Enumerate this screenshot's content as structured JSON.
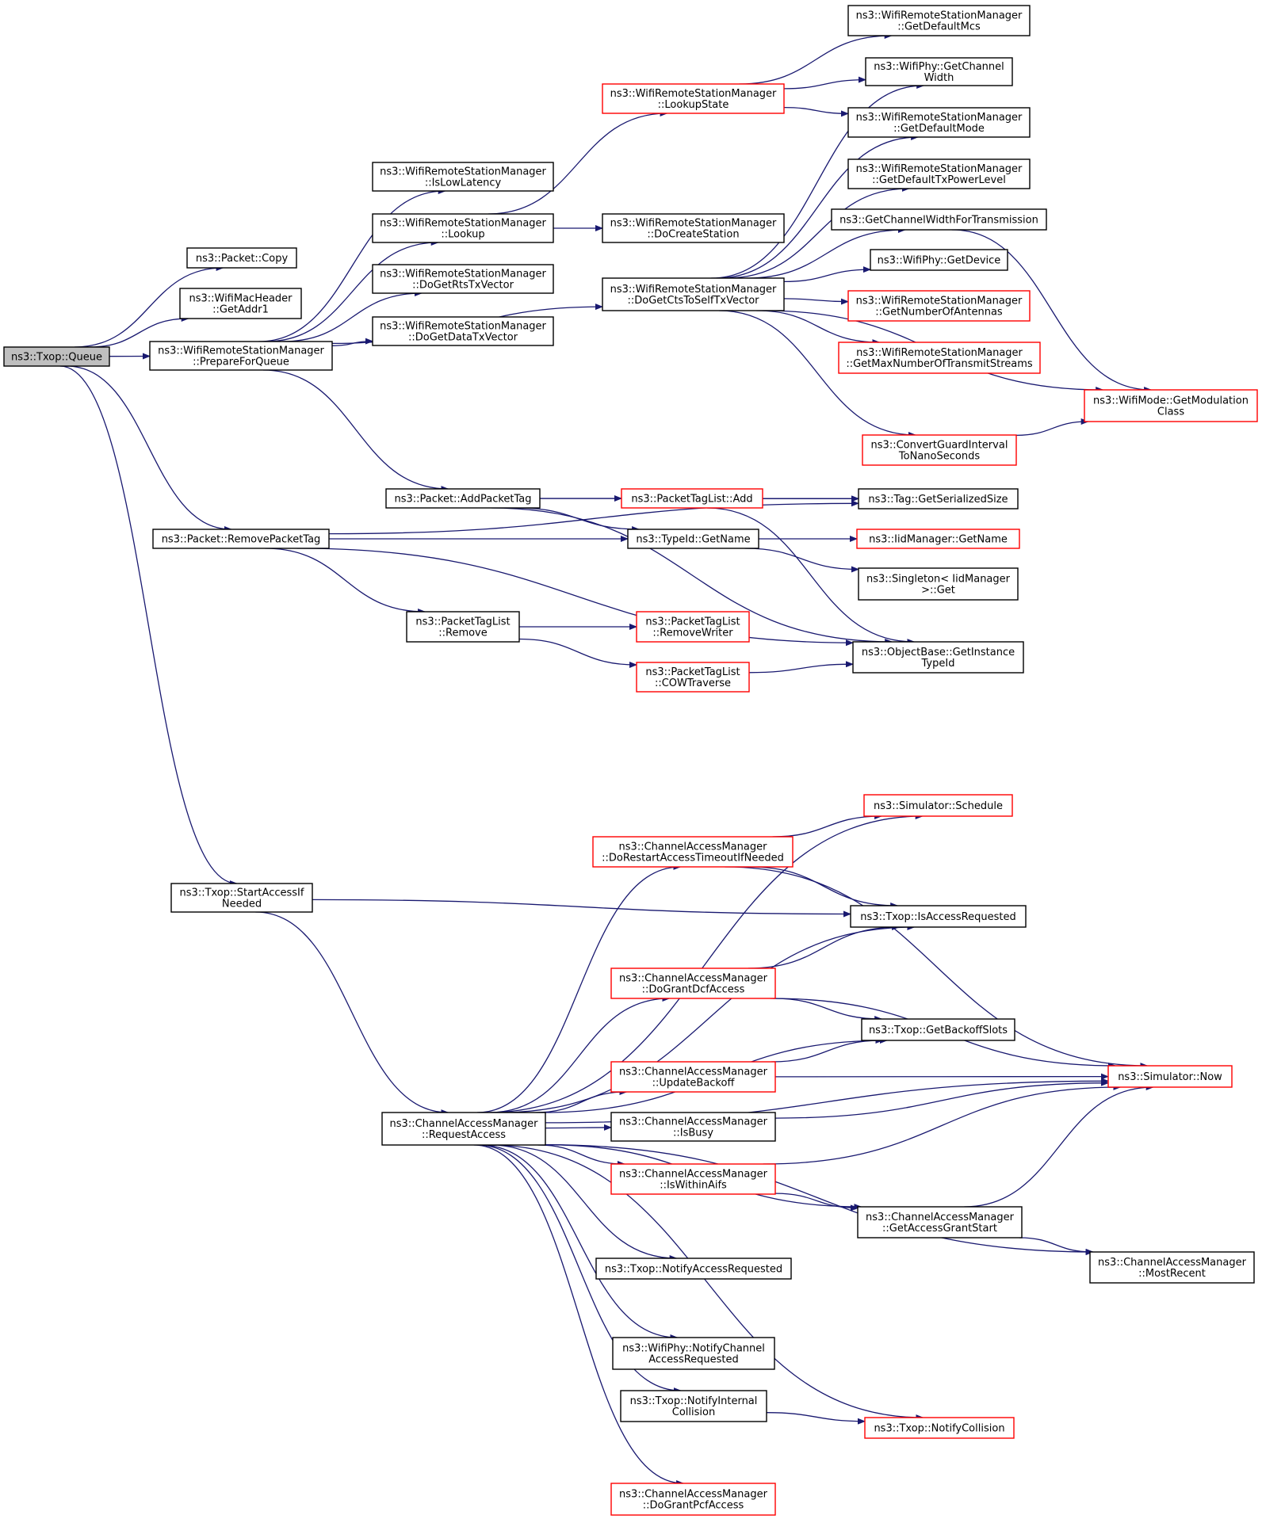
{
  "colors": {
    "edge": "#191970",
    "node_border": "#000000",
    "node_border_truncated": "#ff0000",
    "node_fill": "#ffffff",
    "root_fill": "#bfbfbf",
    "text": "#000000"
  },
  "nodes": [
    {
      "id": "queue",
      "lines": [
        "ns3::Txop::Queue"
      ],
      "kind": "root"
    },
    {
      "id": "copy",
      "lines": [
        "ns3::Packet::Copy"
      ],
      "kind": "normal"
    },
    {
      "id": "getaddr1",
      "lines": [
        "ns3::WifiMacHeader",
        "::GetAddr1"
      ],
      "kind": "normal"
    },
    {
      "id": "prepare",
      "lines": [
        "ns3::WifiRemoteStationManager",
        "::PrepareForQueue"
      ],
      "kind": "normal"
    },
    {
      "id": "islowlat",
      "lines": [
        "ns3::WifiRemoteStationManager",
        "::IsLowLatency"
      ],
      "kind": "normal"
    },
    {
      "id": "lookup",
      "lines": [
        "ns3::WifiRemoteStationManager",
        "::Lookup"
      ],
      "kind": "normal"
    },
    {
      "id": "dogetrts",
      "lines": [
        "ns3::WifiRemoteStationManager",
        "::DoGetRtsTxVector"
      ],
      "kind": "normal"
    },
    {
      "id": "dogetdata",
      "lines": [
        "ns3::WifiRemoteStationManager",
        "::DoGetDataTxVector"
      ],
      "kind": "normal"
    },
    {
      "id": "lookupstate",
      "lines": [
        "ns3::WifiRemoteStationManager",
        "::LookupState"
      ],
      "kind": "truncated"
    },
    {
      "id": "docreate",
      "lines": [
        "ns3::WifiRemoteStationManager",
        "::DoCreateStation"
      ],
      "kind": "normal"
    },
    {
      "id": "dogetcts",
      "lines": [
        "ns3::WifiRemoteStationManager",
        "::DoGetCtsToSelfTxVector"
      ],
      "kind": "normal"
    },
    {
      "id": "getdefmcs",
      "lines": [
        "ns3::WifiRemoteStationManager",
        "::GetDefaultMcs"
      ],
      "kind": "normal"
    },
    {
      "id": "getchwidth",
      "lines": [
        "ns3::WifiPhy::GetChannel",
        "Width"
      ],
      "kind": "normal"
    },
    {
      "id": "getdefmode",
      "lines": [
        "ns3::WifiRemoteStationManager",
        "::GetDefaultMode"
      ],
      "kind": "normal"
    },
    {
      "id": "getdeftxpow",
      "lines": [
        "ns3::WifiRemoteStationManager",
        "::GetDefaultTxPowerLevel"
      ],
      "kind": "normal"
    },
    {
      "id": "getchwtx",
      "lines": [
        "ns3::GetChannelWidthForTransmission"
      ],
      "kind": "normal"
    },
    {
      "id": "getdevice",
      "lines": [
        "ns3::WifiPhy::GetDevice"
      ],
      "kind": "normal"
    },
    {
      "id": "getnumant",
      "lines": [
        "ns3::WifiRemoteStationManager",
        "::GetNumberOfAntennas"
      ],
      "kind": "truncated"
    },
    {
      "id": "getmaxstreams",
      "lines": [
        "ns3::WifiRemoteStationManager",
        "::GetMaxNumberOfTransmitStreams"
      ],
      "kind": "truncated"
    },
    {
      "id": "getmodclass",
      "lines": [
        "ns3::WifiMode::GetModulation",
        "Class"
      ],
      "kind": "truncated"
    },
    {
      "id": "convgi",
      "lines": [
        "ns3::ConvertGuardInterval",
        "ToNanoSeconds"
      ],
      "kind": "truncated"
    },
    {
      "id": "addtag",
      "lines": [
        "ns3::Packet::AddPacketTag"
      ],
      "kind": "normal"
    },
    {
      "id": "taglistadd",
      "lines": [
        "ns3::PacketTagList::Add"
      ],
      "kind": "truncated"
    },
    {
      "id": "tagsersize",
      "lines": [
        "ns3::Tag::GetSerializedSize"
      ],
      "kind": "normal"
    },
    {
      "id": "removetag",
      "lines": [
        "ns3::Packet::RemovePacketTag"
      ],
      "kind": "normal"
    },
    {
      "id": "typeidname",
      "lines": [
        "ns3::TypeId::GetName"
      ],
      "kind": "normal"
    },
    {
      "id": "iidname",
      "lines": [
        "ns3::IidManager::GetName"
      ],
      "kind": "truncated"
    },
    {
      "id": "singleton",
      "lines": [
        "ns3::Singleton< IidManager",
        ">::Get"
      ],
      "kind": "normal"
    },
    {
      "id": "taglistremove",
      "lines": [
        "ns3::PacketTagList",
        "::Remove"
      ],
      "kind": "normal"
    },
    {
      "id": "removewriter",
      "lines": [
        "ns3::PacketTagList",
        "::RemoveWriter"
      ],
      "kind": "truncated"
    },
    {
      "id": "cowtraverse",
      "lines": [
        "ns3::PacketTagList",
        "::COWTraverse"
      ],
      "kind": "truncated"
    },
    {
      "id": "getinsttypeid",
      "lines": [
        "ns3::ObjectBase::GetInstance",
        "TypeId"
      ],
      "kind": "normal"
    },
    {
      "id": "schedule",
      "lines": [
        "ns3::Simulator::Schedule"
      ],
      "kind": "truncated"
    },
    {
      "id": "dorestart",
      "lines": [
        "ns3::ChannelAccessManager",
        "::DoRestartAccessTimeoutIfNeeded"
      ],
      "kind": "truncated"
    },
    {
      "id": "startaccess",
      "lines": [
        "ns3::Txop::StartAccessIf",
        "Needed"
      ],
      "kind": "normal"
    },
    {
      "id": "isaccessreq",
      "lines": [
        "ns3::Txop::IsAccessRequested"
      ],
      "kind": "normal"
    },
    {
      "id": "dogrant",
      "lines": [
        "ns3::ChannelAccessManager",
        "::DoGrantDcfAccess"
      ],
      "kind": "truncated"
    },
    {
      "id": "getbackoff",
      "lines": [
        "ns3::Txop::GetBackoffSlots"
      ],
      "kind": "normal"
    },
    {
      "id": "updatebackoff",
      "lines": [
        "ns3::ChannelAccessManager",
        "::UpdateBackoff"
      ],
      "kind": "truncated"
    },
    {
      "id": "now",
      "lines": [
        "ns3::Simulator::Now"
      ],
      "kind": "truncated"
    },
    {
      "id": "requestaccess",
      "lines": [
        "ns3::ChannelAccessManager",
        "::RequestAccess"
      ],
      "kind": "normal"
    },
    {
      "id": "isbusy",
      "lines": [
        "ns3::ChannelAccessManager",
        "::IsBusy"
      ],
      "kind": "normal"
    },
    {
      "id": "iswithinaifs",
      "lines": [
        "ns3::ChannelAccessManager",
        "::IsWithinAifs"
      ],
      "kind": "truncated"
    },
    {
      "id": "getaccessgrant",
      "lines": [
        "ns3::ChannelAccessManager",
        "::GetAccessGrantStart"
      ],
      "kind": "normal"
    },
    {
      "id": "notifyaccessreq",
      "lines": [
        "ns3::Txop::NotifyAccessRequested"
      ],
      "kind": "normal"
    },
    {
      "id": "mostrecent",
      "lines": [
        "ns3::ChannelAccessManager",
        "::MostRecent"
      ],
      "kind": "normal"
    },
    {
      "id": "notifychacc",
      "lines": [
        "ns3::WifiPhy::NotifyChannel",
        "AccessRequested"
      ],
      "kind": "normal"
    },
    {
      "id": "notifyinternal",
      "lines": [
        "ns3::Txop::NotifyInternal",
        "Collision"
      ],
      "kind": "normal"
    },
    {
      "id": "notifycoll",
      "lines": [
        "ns3::Txop::NotifyCollision"
      ],
      "kind": "truncated"
    },
    {
      "id": "dograntpcf",
      "lines": [
        "ns3::ChannelAccessManager",
        "::DoGrantPcfAccess"
      ],
      "kind": "truncated"
    }
  ],
  "edges": [
    [
      "queue",
      "copy"
    ],
    [
      "queue",
      "getaddr1"
    ],
    [
      "queue",
      "prepare"
    ],
    [
      "queue",
      "removetag"
    ],
    [
      "queue",
      "startaccess"
    ],
    [
      "prepare",
      "islowlat"
    ],
    [
      "prepare",
      "lookup"
    ],
    [
      "prepare",
      "dogetrts"
    ],
    [
      "prepare",
      "dogetdata"
    ],
    [
      "prepare",
      "dogetcts"
    ],
    [
      "prepare",
      "addtag"
    ],
    [
      "lookup",
      "lookupstate"
    ],
    [
      "lookup",
      "docreate"
    ],
    [
      "lookupstate",
      "getdefmcs"
    ],
    [
      "lookupstate",
      "getchwidth"
    ],
    [
      "lookupstate",
      "getdefmode"
    ],
    [
      "dogetcts",
      "getchwidth"
    ],
    [
      "dogetcts",
      "getdefmode"
    ],
    [
      "dogetcts",
      "getdeftxpow"
    ],
    [
      "dogetcts",
      "getchwtx"
    ],
    [
      "dogetcts",
      "getdevice"
    ],
    [
      "dogetcts",
      "getnumant"
    ],
    [
      "dogetcts",
      "getmaxstreams"
    ],
    [
      "dogetcts",
      "getmodclass"
    ],
    [
      "dogetcts",
      "convgi"
    ],
    [
      "getchwtx",
      "getmodclass"
    ],
    [
      "convgi",
      "getmodclass"
    ],
    [
      "addtag",
      "taglistadd"
    ],
    [
      "addtag",
      "tagsersize"
    ],
    [
      "addtag",
      "typeidname"
    ],
    [
      "addtag",
      "getinsttypeid"
    ],
    [
      "taglistadd",
      "tagsersize"
    ],
    [
      "taglistadd",
      "getinsttypeid"
    ],
    [
      "removetag",
      "tagsersize"
    ],
    [
      "removetag",
      "typeidname"
    ],
    [
      "removetag",
      "taglistremove"
    ],
    [
      "removetag",
      "getinsttypeid"
    ],
    [
      "typeidname",
      "iidname"
    ],
    [
      "typeidname",
      "singleton"
    ],
    [
      "taglistremove",
      "removewriter"
    ],
    [
      "taglistremove",
      "cowtraverse"
    ],
    [
      "cowtraverse",
      "getinsttypeid"
    ],
    [
      "startaccess",
      "isaccessreq"
    ],
    [
      "startaccess",
      "requestaccess"
    ],
    [
      "dorestart",
      "schedule"
    ],
    [
      "dorestart",
      "isaccessreq"
    ],
    [
      "dorestart",
      "now"
    ],
    [
      "dogrant",
      "isaccessreq"
    ],
    [
      "dogrant",
      "getbackoff"
    ],
    [
      "dogrant",
      "now"
    ],
    [
      "updatebackoff",
      "getbackoff"
    ],
    [
      "updatebackoff",
      "now"
    ],
    [
      "isbusy",
      "now"
    ],
    [
      "iswithinaifs",
      "now"
    ],
    [
      "iswithinaifs",
      "getaccessgrant"
    ],
    [
      "getaccessgrant",
      "now"
    ],
    [
      "getaccessgrant",
      "mostrecent"
    ],
    [
      "notifyinternal",
      "notifycoll"
    ],
    [
      "requestaccess",
      "now"
    ],
    [
      "requestaccess",
      "schedule"
    ],
    [
      "requestaccess",
      "dorestart"
    ],
    [
      "requestaccess",
      "isaccessreq"
    ],
    [
      "requestaccess",
      "dogrant"
    ],
    [
      "requestaccess",
      "getbackoff"
    ],
    [
      "requestaccess",
      "updatebackoff"
    ],
    [
      "requestaccess",
      "isbusy"
    ],
    [
      "requestaccess",
      "iswithinaifs"
    ],
    [
      "requestaccess",
      "getaccessgrant"
    ],
    [
      "requestaccess",
      "notifyaccessreq"
    ],
    [
      "requestaccess",
      "mostrecent"
    ],
    [
      "requestaccess",
      "notifychacc"
    ],
    [
      "requestaccess",
      "notifyinternal"
    ],
    [
      "requestaccess",
      "notifycoll"
    ],
    [
      "requestaccess",
      "dograntpcf"
    ]
  ]
}
